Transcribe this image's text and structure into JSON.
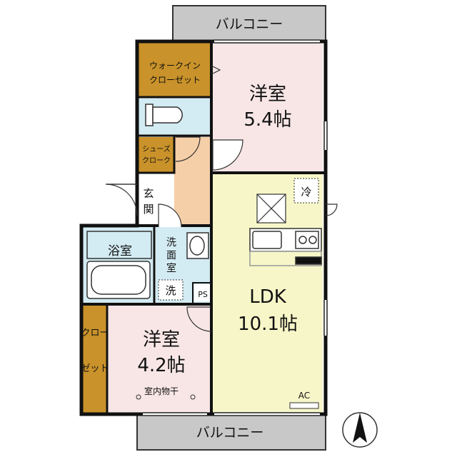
{
  "balcony_top": {
    "label": "バルコニー"
  },
  "balcony_bottom": {
    "label": "バルコニー"
  },
  "walkin_closet": {
    "line1": "ウォークイン",
    "line2": "クローゼット"
  },
  "shoes_cloak": {
    "line1": "シューズ",
    "line2": "クローク"
  },
  "entrance": {
    "line1": "玄",
    "line2": "関"
  },
  "bedroom_north": {
    "name": "洋室",
    "size": "5.4帖"
  },
  "bedroom_south": {
    "name": "洋室",
    "size": "4.2帖",
    "note": "室内物干"
  },
  "bathroom": {
    "label": "浴室"
  },
  "washroom": {
    "line1": "洗",
    "line2": "面",
    "line3": "室"
  },
  "washer": {
    "label": "洗"
  },
  "ps": {
    "label": "PS"
  },
  "ldk": {
    "name": "LDK",
    "size": "10.1帖"
  },
  "fridge": {
    "label": "冷"
  },
  "closet_south": {
    "line1": "クロー",
    "line2": "ゼット"
  },
  "ac": {
    "label": "AC"
  },
  "compass": {
    "icon": "north-arrow-icon"
  },
  "colors": {
    "walls": "#111111",
    "balcony": "#c8c8c8",
    "closet": "#c9922a",
    "bedroom": "#f8e6e6",
    "ldk": "#f7f6c8",
    "wet_area": "#d3ebf2",
    "corridor": "#f5cfa8"
  }
}
